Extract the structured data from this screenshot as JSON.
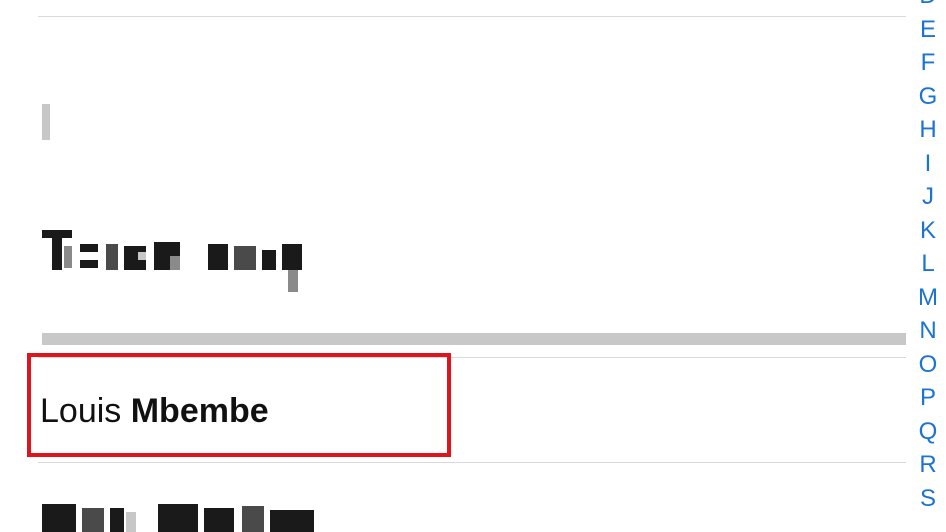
{
  "contact_list": {
    "highlighted_contact": {
      "first_name": "Louis",
      "last_name": "Mbembe"
    }
  },
  "index_bar": {
    "letters": [
      "D",
      "E",
      "F",
      "G",
      "H",
      "I",
      "J",
      "K",
      "L",
      "M",
      "N",
      "O",
      "P",
      "Q",
      "R",
      "S"
    ]
  },
  "colors": {
    "index_accent": "#1b73d3",
    "highlight_border": "#e0141c",
    "separator": "#d9d9d9"
  }
}
